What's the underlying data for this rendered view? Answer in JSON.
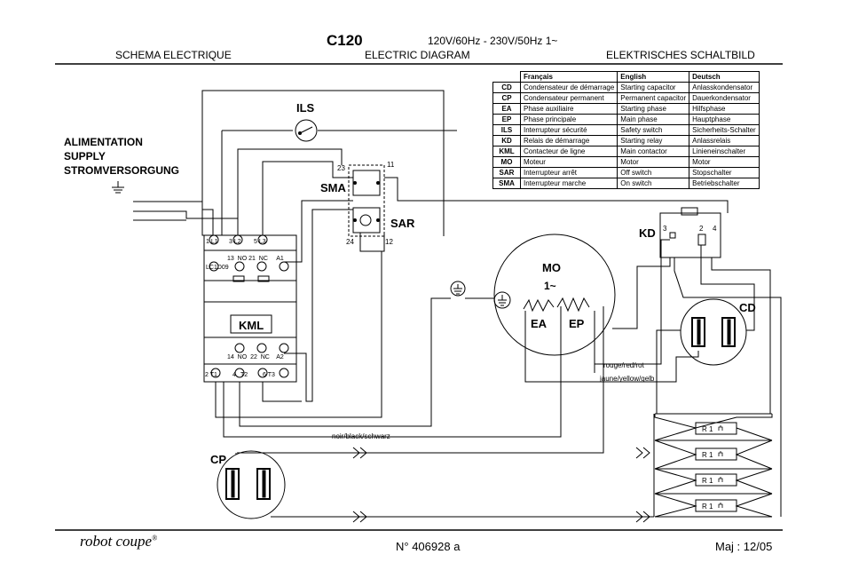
{
  "header": {
    "model": "C120",
    "voltage": "120V/60Hz - 230V/50Hz   1~",
    "title_fr": "SCHEMA ELECTRIQUE",
    "title_en": "ELECTRIC DIAGRAM",
    "title_de": "ELEKTRISCHES SCHALTBILD"
  },
  "supply": {
    "line1": "ALIMENTATION",
    "line2": "SUPPLY",
    "line3": "STROMVERSORGUNG"
  },
  "legend": {
    "headers": [
      "Français",
      "English",
      "Deutsch"
    ],
    "rows": [
      {
        "code": "CD",
        "fr": "Condensateur de démarrage",
        "en": "Starting capacitor",
        "de": "Anlasskondensator"
      },
      {
        "code": "CP",
        "fr": "Condensateur permanent",
        "en": "Permanent capacitor",
        "de": "Dauerkondensator"
      },
      {
        "code": "EA",
        "fr": "Phase auxiliaire",
        "en": "Starting phase",
        "de": "Hilfsphase"
      },
      {
        "code": "EP",
        "fr": "Phase principale",
        "en": "Main phase",
        "de": "Hauptphase"
      },
      {
        "code": "ILS",
        "fr": "Interrupteur sécurité",
        "en": "Safety switch",
        "de": "Sicherheits-Schalter"
      },
      {
        "code": "KD",
        "fr": "Relais de démarrage",
        "en": "Starting relay",
        "de": "Anlassrelais"
      },
      {
        "code": "KML",
        "fr": "Contacteur de ligne",
        "en": "Main contactor",
        "de": "Linieneinschalter"
      },
      {
        "code": "MO",
        "fr": "Moteur",
        "en": "Motor",
        "de": "Motor"
      },
      {
        "code": "SAR",
        "fr": "Interrupteur arrêt",
        "en": "Off switch",
        "de": "Stopschalter"
      },
      {
        "code": "SMA",
        "fr": "Interrupteur marche",
        "en": "On switch",
        "de": "Betriebschalter"
      }
    ]
  },
  "components": {
    "ils": "ILS",
    "sma": "SMA",
    "sar": "SAR",
    "kd": "KD",
    "mo": "MO",
    "mo_phase": "1~",
    "ea": "EA",
    "ep": "EP",
    "cd": "CD",
    "cp": "CP",
    "kml": "KML",
    "resistor": "R 1"
  },
  "terminals": {
    "sw_23": "23",
    "sw_11": "11",
    "sw_24": "24",
    "sw_12": "12",
    "kd_3": "3",
    "kd_2": "2",
    "kd_4": "4",
    "kml_l1": "1 L1",
    "kml_l2": "3 L2",
    "kml_l3": "5 L3",
    "kml_top_row": "13  NO 21  NC     A1",
    "kml_model": "LC1D09",
    "kml_bottom_row": "14  NO  22  NC    A2",
    "kml_t1": "2 T1",
    "kml_4": "4",
    "kml_t2": "T2",
    "kml_t3": "6 T3"
  },
  "wires": {
    "red": "rouge/red/rot",
    "yellow": "jaune/yellow/gelb",
    "black": "noir/black/schwarz"
  },
  "footer": {
    "brand": "robot coupe",
    "brand_mark": "®",
    "doc_number": "N° 406928 a",
    "revision": "Maj : 12/05"
  }
}
